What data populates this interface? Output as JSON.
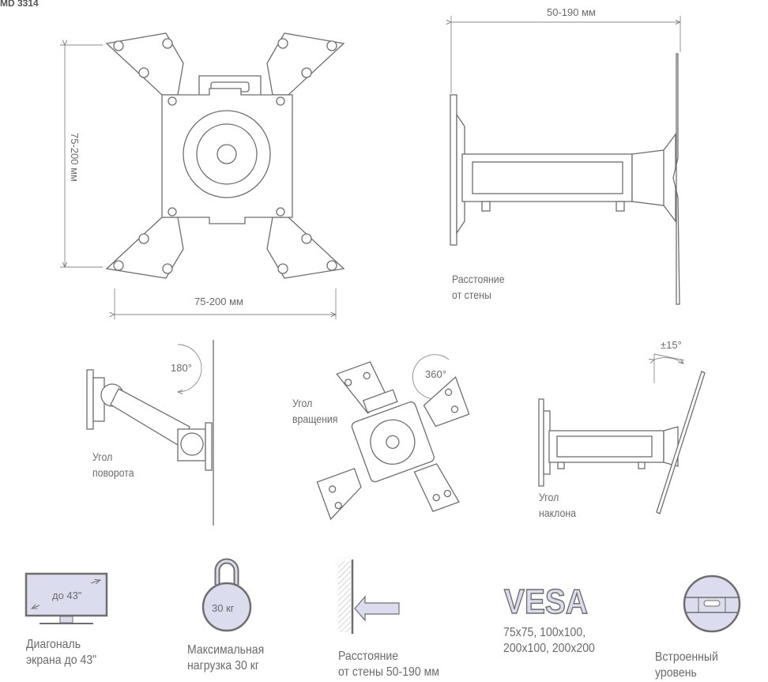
{
  "model": "MD 3314",
  "vesa_plate": {
    "height_dim": "75-200 мм",
    "width_dim": "75-200 мм"
  },
  "side_view": {
    "distance_dim": "50-190 мм",
    "label_line1": "Расстояние",
    "label_line2": "от стены"
  },
  "swivel": {
    "angle": "180°",
    "label_line1": "Угол",
    "label_line2": "поворота"
  },
  "rotation": {
    "angle": "360°",
    "label_line1": "Угол",
    "label_line2": "вращения"
  },
  "tilt": {
    "angle": "±15°",
    "label_line1": "Угол",
    "label_line2": "наклона"
  },
  "features": [
    {
      "icon": "monitor-icon",
      "icon_text": "до 43\"",
      "line1": "Диагональ",
      "line2": "экрана до 43\""
    },
    {
      "icon": "kettlebell-icon",
      "icon_text": "30 кг",
      "line1": "Максимальная",
      "line2": "нагрузка 30 кг"
    },
    {
      "icon": "wall-distance-icon",
      "line1": "Расстояние",
      "line2": "от стены 50-190 мм"
    },
    {
      "icon": "vesa-icon",
      "icon_text": "VESA",
      "line1": "75x75, 100x100,",
      "line2": "200x100, 200x200"
    },
    {
      "icon": "level-icon",
      "line1": "Встроенный уровень"
    }
  ],
  "colors": {
    "accent_fill": "#dcdcef",
    "stroke": "#6e6e6e",
    "text": "#6a6a6a"
  }
}
